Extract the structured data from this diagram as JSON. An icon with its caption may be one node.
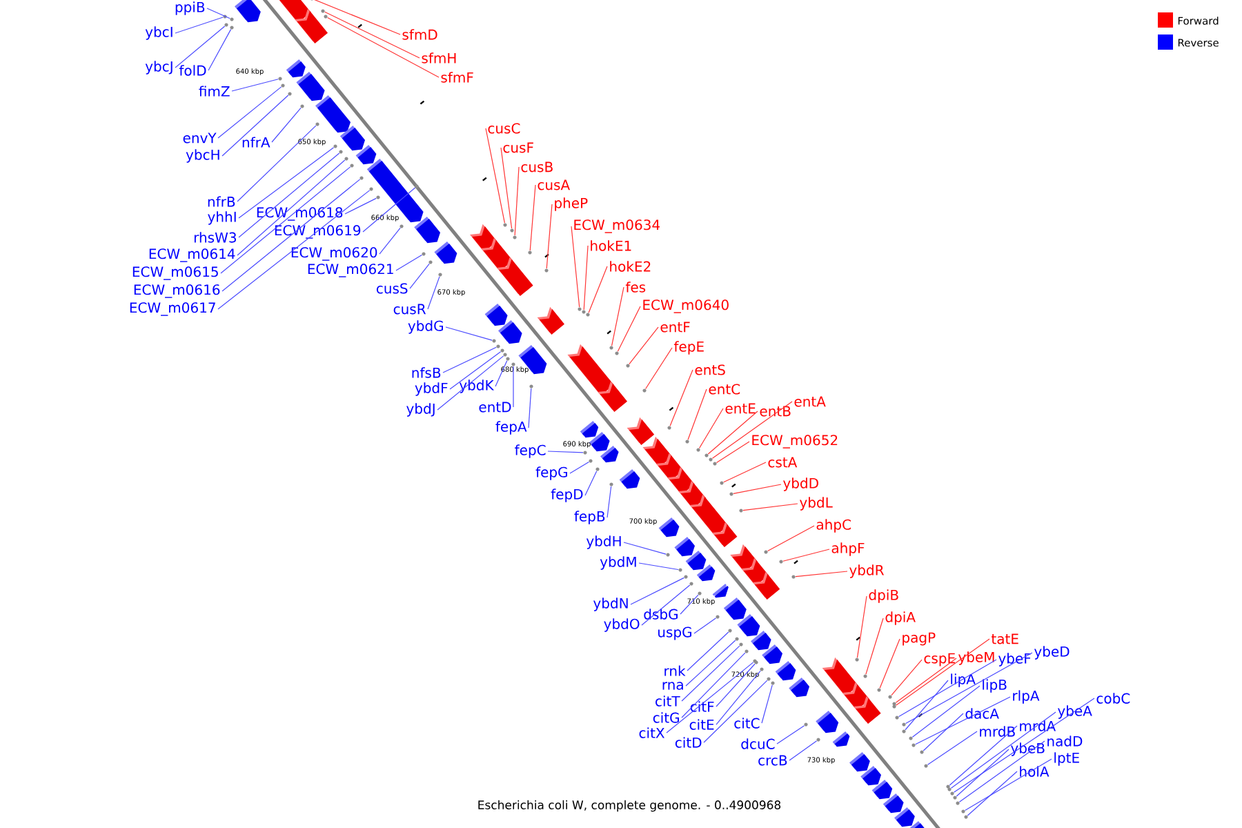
{
  "diagram": {
    "caption": "Escherichia coli W, complete genome. - 0..4900968",
    "nodes": [
      {
        "text": [
          "ppiB"
        ]
      },
      {
        "text": [
          "ybcI"
        ]
      },
      {
        "text": [
          "ybcJ"
        ]
      },
      {
        "text": [
          "folD"
        ]
      },
      {
        "text": [
          "fimZ"
        ]
      },
      {
        "text": [
          "envY"
        ]
      },
      {
        "text": [
          "ybcH"
        ]
      },
      {
        "text": [
          "nfrA"
        ]
      },
      {
        "text": [
          "nfrB"
        ]
      },
      {
        "text": [
          "yhhI"
        ]
      },
      {
        "text": [
          "rhsW3"
        ]
      },
      {
        "text": [
          "ECW_m0614"
        ]
      },
      {
        "text": [
          "ECW_m0615"
        ]
      },
      {
        "text": [
          "ECW_m0616"
        ]
      },
      {
        "text": [
          "ECW_m0617"
        ]
      },
      {
        "text": [
          "ECW_m0618"
        ]
      },
      {
        "text": [
          "ECW_m0619"
        ]
      },
      {
        "text": [
          "ECW_m0620"
        ]
      },
      {
        "text": [
          "ECW_m0621"
        ]
      },
      {
        "text": [
          "cusS"
        ]
      },
      {
        "text": [
          "cusR"
        ]
      },
      {
        "text": [
          "ybdG"
        ]
      },
      {
        "text": [
          "nfsB"
        ]
      },
      {
        "text": [
          "ybdF"
        ]
      },
      {
        "text": [
          "ybdJ"
        ]
      },
      {
        "text": [
          "ybdK"
        ]
      },
      {
        "text": [
          "entD"
        ]
      },
      {
        "text": [
          "fepA"
        ]
      },
      {
        "text": [
          "fepC"
        ]
      },
      {
        "text": [
          "fepG"
        ]
      },
      {
        "text": [
          "fepD"
        ]
      },
      {
        "text": [
          "fepB"
        ]
      },
      {
        "text": [
          "ybdH"
        ]
      },
      {
        "text": [
          "ybdM"
        ]
      },
      {
        "text": [
          "ybdN"
        ]
      },
      {
        "text": [
          "ybdO"
        ]
      },
      {
        "text": [
          "dsbG"
        ]
      },
      {
        "text": [
          "uspG"
        ]
      },
      {
        "text": [
          "rnk"
        ]
      },
      {
        "text": [
          "rna"
        ]
      },
      {
        "text": [
          "citT"
        ]
      },
      {
        "text": [
          "citG"
        ]
      },
      {
        "text": [
          "citX"
        ]
      },
      {
        "text": [
          "citF"
        ]
      },
      {
        "text": [
          "citE"
        ]
      },
      {
        "text": [
          "citD"
        ]
      },
      {
        "text": [
          "citC"
        ]
      },
      {
        "text": [
          "dcuC"
        ]
      },
      {
        "text": [
          "crcB"
        ]
      },
      {
        "text": [
          "sfmD"
        ]
      },
      {
        "text": [
          "sfmH"
        ]
      },
      {
        "text": [
          "sfmF"
        ]
      },
      {
        "text": [
          "cusC"
        ]
      },
      {
        "text": [
          "cusF"
        ]
      },
      {
        "text": [
          "cusB"
        ]
      },
      {
        "text": [
          "cusA"
        ]
      },
      {
        "text": [
          "pheP"
        ]
      },
      {
        "text": [
          "ECW_m0634"
        ]
      },
      {
        "text": [
          "hokE1"
        ]
      },
      {
        "text": [
          "hokE2"
        ]
      },
      {
        "text": [
          "fes"
        ]
      },
      {
        "text": [
          "ECW_m0640"
        ]
      },
      {
        "text": [
          "entF"
        ]
      },
      {
        "text": [
          "fepE"
        ]
      },
      {
        "text": [
          "entS"
        ]
      },
      {
        "text": [
          "entC"
        ]
      },
      {
        "text": [
          "entE"
        ]
      },
      {
        "text": [
          "entB"
        ]
      },
      {
        "text": [
          "entA"
        ]
      },
      {
        "text": [
          "ECW_m0652"
        ]
      },
      {
        "text": [
          "cstA"
        ]
      },
      {
        "text": [
          "ybdD"
        ]
      },
      {
        "text": [
          "ybdL"
        ]
      },
      {
        "text": [
          "ahpC"
        ]
      },
      {
        "text": [
          "ahpF"
        ]
      },
      {
        "text": [
          "ybdR"
        ]
      },
      {
        "text": [
          "dpiB"
        ]
      },
      {
        "text": [
          "dpiA"
        ]
      },
      {
        "text": [
          "pagP"
        ]
      },
      {
        "text": [
          "cspE"
        ]
      },
      {
        "text": [
          "ybeM"
        ]
      },
      {
        "text": [
          "tatE"
        ]
      },
      {
        "text": [
          "ybeF"
        ]
      },
      {
        "text": [
          "ybeD"
        ]
      },
      {
        "text": [
          "lipA"
        ]
      },
      {
        "text": [
          "lipB"
        ]
      },
      {
        "text": [
          "rlpA"
        ]
      },
      {
        "text": [
          "dacA"
        ]
      },
      {
        "text": [
          "mrdB"
        ]
      },
      {
        "text": [
          "mrdA"
        ]
      },
      {
        "text": [
          "ybeA"
        ]
      },
      {
        "text": [
          "cobC"
        ]
      },
      {
        "text": [
          "ybeB"
        ]
      },
      {
        "text": [
          "nadD"
        ]
      },
      {
        "text": [
          "lptE"
        ]
      },
      {
        "text": [
          "holA"
        ]
      },
      {
        "text": [],
        "shape": "circle"
      },
      {
        "text": [],
        "shape": "circle"
      },
      {
        "text": [],
        "shape": "circle"
      },
      {
        "text": [],
        "shape": "circle"
      },
      {
        "text": [],
        "shape": "circle"
      },
      {
        "text": [],
        "shape": "circle"
      },
      {
        "text": [],
        "shape": "circle"
      },
      {
        "text": [],
        "shape": "circle"
      },
      {
        "text": [],
        "shape": "circle"
      },
      {
        "text": [],
        "shape": "circle"
      },
      {
        "text": [],
        "shape": "circle"
      },
      {
        "text": [],
        "shape": "circle"
      },
      {
        "text": [],
        "shape": "circle"
      },
      {
        "text": [],
        "shape": "circle"
      },
      {
        "text": [],
        "shape": "circle"
      },
      {
        "text": [],
        "shape": "circle"
      },
      {
        "text": [],
        "shape": "circle"
      },
      {
        "text": [],
        "shape": "circle"
      },
      {
        "text": [],
        "shape": "circle"
      },
      {
        "text": [],
        "shape": "circle"
      },
      {
        "text": [],
        "shape": "circle"
      },
      {
        "text": [],
        "shape": "circle"
      },
      {
        "text": [],
        "shape": "circle"
      },
      {
        "text": [],
        "shape": "circle"
      },
      {
        "text": [],
        "shape": "circle"
      },
      {
        "text": [],
        "shape": "circle"
      },
      {
        "text": [],
        "shape": "circle"
      },
      {
        "text": [],
        "shape": "circle"
      },
      {
        "text": [],
        "shape": "circle"
      },
      {
        "text": [],
        "shape": "circle"
      },
      {
        "text": [],
        "shape": "circle"
      },
      {
        "text": [],
        "shape": "circle"
      },
      {
        "text": [],
        "shape": "circle"
      },
      {
        "text": [],
        "shape": "circle"
      },
      {
        "text": [],
        "shape": "circle"
      },
      {
        "text": [],
        "shape": "circle"
      },
      {
        "text": [],
        "shape": "circle"
      },
      {
        "text": [],
        "shape": "circle"
      },
      {
        "text": [],
        "shape": "circle"
      },
      {
        "text": [],
        "shape": "circle"
      },
      {
        "text": [],
        "shape": "circle"
      },
      {
        "text": [],
        "shape": "circle"
      },
      {
        "text": [],
        "shape": "circle"
      },
      {
        "text": [],
        "shape": "circle"
      },
      {
        "text": [],
        "shape": "circle"
      },
      {
        "text": [],
        "shape": "circle"
      },
      {
        "text": [],
        "shape": "circle"
      },
      {
        "text": [],
        "shape": "circle"
      },
      {
        "text": [],
        "shape": "circle"
      },
      {
        "text": [],
        "shape": "circle"
      },
      {
        "text": [],
        "shape": "circle"
      },
      {
        "text": [],
        "shape": "circle"
      },
      {
        "text": [],
        "shape": "circle"
      },
      {
        "text": [],
        "shape": "circle"
      },
      {
        "text": [],
        "shape": "circle"
      },
      {
        "text": [],
        "shape": "circle"
      },
      {
        "text": [],
        "shape": "circle"
      },
      {
        "text": [],
        "shape": "circle"
      },
      {
        "text": [],
        "shape": "circle"
      },
      {
        "text": [],
        "shape": "circle"
      },
      {
        "text": [],
        "shape": "circle"
      },
      {
        "text": [],
        "shape": "circle"
      },
      {
        "text": [],
        "shape": "circle"
      },
      {
        "text": [],
        "shape": "circle"
      },
      {
        "text": [],
        "shape": "circle"
      },
      {
        "text": [],
        "shape": "circle"
      },
      {
        "text": [],
        "shape": "circle"
      },
      {
        "text": [],
        "shape": "circle"
      },
      {
        "text": [],
        "shape": "circle"
      },
      {
        "text": [],
        "shape": "circle"
      },
      {
        "text": [],
        "shape": "circle"
      },
      {
        "text": [],
        "shape": "circle"
      },
      {
        "text": [],
        "shape": "circle"
      },
      {
        "text": [],
        "shape": "circle"
      },
      {
        "text": [],
        "shape": "circle"
      },
      {
        "text": [],
        "shape": "circle"
      },
      {
        "text": [],
        "shape": "circle"
      },
      {
        "text": [],
        "shape": "circle"
      },
      {
        "text": [],
        "shape": "circle"
      },
      {
        "text": [],
        "shape": "circle"
      },
      {
        "text": [],
        "shape": "circle"
      },
      {
        "text": [],
        "shape": "circle"
      },
      {
        "text": [],
        "shape": "circle"
      },
      {
        "text": [],
        "shape": "circle"
      },
      {
        "text": [],
        "shape": "circle"
      },
      {
        "text": [],
        "shape": "circle"
      },
      {
        "text": [],
        "shape": "circle"
      },
      {
        "text": [],
        "shape": "circle"
      },
      {
        "text": [],
        "shape": "circle"
      },
      {
        "text": [],
        "shape": "circle"
      },
      {
        "text": [],
        "shape": "circle"
      },
      {
        "text": [],
        "shape": "circle"
      },
      {
        "text": [],
        "shape": "circle"
      },
      {
        "text": [],
        "shape": "circle"
      },
      {
        "text": [],
        "shape": "circle"
      },
      {
        "text": [],
        "shape": "circle"
      }
    ],
    "edges": [
      {
        "from": 0,
        "to": 96,
        "arrow": "none"
      },
      {
        "from": 1,
        "to": 97,
        "arrow": "none"
      },
      {
        "from": 2,
        "to": 98,
        "arrow": "none"
      },
      {
        "from": 3,
        "to": 99,
        "arrow": "none"
      },
      {
        "from": 4,
        "to": 100,
        "arrow": "none"
      },
      {
        "from": 5,
        "to": 101,
        "arrow": "none"
      },
      {
        "from": 6,
        "to": 102,
        "arrow": "none"
      },
      {
        "from": 7,
        "to": 103,
        "arrow": "none"
      },
      {
        "from": 8,
        "to": 104,
        "arrow": "none"
      },
      {
        "from": 9,
        "to": 105,
        "arrow": "none"
      },
      {
        "from": 10,
        "to": 106,
        "arrow": "none"
      },
      {
        "from": 11,
        "to": 107,
        "arrow": "none"
      },
      {
        "from": 12,
        "to": 108,
        "arrow": "none"
      },
      {
        "from": 13,
        "to": 109,
        "arrow": "none"
      },
      {
        "from": 14,
        "to": 110,
        "arrow": "none"
      },
      {
        "from": 15,
        "to": 111,
        "arrow": "none"
      },
      {
        "from": 16,
        "to": 112,
        "arrow": "none"
      },
      {
        "from": 17,
        "to": 113,
        "arrow": "none"
      },
      {
        "from": 18,
        "to": 114,
        "arrow": "none"
      },
      {
        "from": 19,
        "to": 115,
        "arrow": "none"
      },
      {
        "from": 20,
        "to": 116,
        "arrow": "none"
      },
      {
        "from": 21,
        "to": 117,
        "arrow": "none"
      },
      {
        "from": 22,
        "to": 118,
        "arrow": "none"
      },
      {
        "from": 23,
        "to": 119,
        "arrow": "none"
      },
      {
        "from": 24,
        "to": 120,
        "arrow": "none"
      },
      {
        "from": 25,
        "to": 121,
        "arrow": "none"
      },
      {
        "from": 26,
        "to": 122,
        "arrow": "none"
      },
      {
        "from": 27,
        "to": 123,
        "arrow": "none"
      },
      {
        "from": 28,
        "to": 124,
        "arrow": "none"
      },
      {
        "from": 29,
        "to": 125,
        "arrow": "none"
      },
      {
        "from": 30,
        "to": 126,
        "arrow": "none"
      },
      {
        "from": 31,
        "to": 127,
        "arrow": "none"
      },
      {
        "from": 32,
        "to": 128,
        "arrow": "none"
      },
      {
        "from": 33,
        "to": 129,
        "arrow": "none"
      },
      {
        "from": 34,
        "to": 130,
        "arrow": "none"
      },
      {
        "from": 35,
        "to": 131,
        "arrow": "none"
      },
      {
        "from": 36,
        "to": 132,
        "arrow": "none"
      },
      {
        "from": 37,
        "to": 133,
        "arrow": "none"
      },
      {
        "from": 38,
        "to": 134,
        "arrow": "none"
      },
      {
        "from": 39,
        "to": 135,
        "arrow": "none"
      },
      {
        "from": 40,
        "to": 136,
        "arrow": "none"
      },
      {
        "from": 41,
        "to": 137,
        "arrow": "none"
      },
      {
        "from": 42,
        "to": 138,
        "arrow": "none"
      },
      {
        "from": 43,
        "to": 139,
        "arrow": "none"
      },
      {
        "from": 44,
        "to": 140,
        "arrow": "none"
      },
      {
        "from": 45,
        "to": 141,
        "arrow": "none"
      },
      {
        "from": 46,
        "to": 142,
        "arrow": "none"
      },
      {
        "from": 47,
        "to": 143,
        "arrow": "none"
      },
      {
        "from": 48,
        "to": 144,
        "arrow": "none"
      },
      {
        "from": 49,
        "to": 145,
        "arrow": "none",
        "color": "#ff3333"
      },
      {
        "from": 50,
        "to": 146,
        "arrow": "none",
        "color": "#ff3333"
      },
      {
        "from": 51,
        "to": 147,
        "arrow": "none",
        "color": "#ff3333"
      },
      {
        "from": 52,
        "to": 148,
        "arrow": "none",
        "color": "#ff3333"
      },
      {
        "from": 53,
        "to": 149,
        "arrow": "none",
        "color": "#ff3333"
      },
      {
        "from": 54,
        "to": 150,
        "arrow": "none",
        "color": "#ff3333"
      },
      {
        "from": 55,
        "to": 151,
        "arrow": "none",
        "color": "#ff3333"
      },
      {
        "from": 56,
        "to": 152,
        "arrow": "none",
        "color": "#ff3333"
      },
      {
        "from": 57,
        "to": 153,
        "arrow": "none",
        "color": "#ff3333"
      },
      {
        "from": 58,
        "to": 154,
        "arrow": "none",
        "color": "#ff3333"
      },
      {
        "from": 59,
        "to": 155,
        "arrow": "none",
        "color": "#ff3333"
      },
      {
        "from": 60,
        "to": 156,
        "arrow": "none",
        "color": "#ff3333"
      },
      {
        "from": 61,
        "to": 157,
        "arrow": "none",
        "color": "#ff3333"
      },
      {
        "from": 62,
        "to": 158,
        "arrow": "none",
        "color": "#ff3333"
      },
      {
        "from": 63,
        "to": 159,
        "arrow": "none",
        "color": "#ff3333"
      },
      {
        "from": 64,
        "to": 160,
        "arrow": "none",
        "color": "#ff3333"
      },
      {
        "from": 65,
        "to": 161,
        "arrow": "none",
        "color": "#ff3333"
      },
      {
        "from": 66,
        "to": 162,
        "arrow": "none",
        "color": "#ff3333"
      },
      {
        "from": 67,
        "to": 163,
        "arrow": "none",
        "color": "#ff3333"
      },
      {
        "from": 68,
        "to": 164,
        "arrow": "none",
        "color": "#ff3333"
      },
      {
        "from": 69,
        "to": 165,
        "arrow": "none",
        "color": "#ff3333"
      },
      {
        "from": 70,
        "to": 166,
        "arrow": "none",
        "color": "#ff3333"
      },
      {
        "from": 71,
        "to": 167,
        "arrow": "none",
        "color": "#ff3333"
      },
      {
        "from": 72,
        "to": 168,
        "arrow": "none",
        "color": "#ff3333"
      },
      {
        "from": 73,
        "to": 169,
        "arrow": "none",
        "color": "#ff3333"
      },
      {
        "from": 74,
        "to": 170,
        "arrow": "none",
        "color": "#ff3333"
      },
      {
        "from": 75,
        "to": 171,
        "arrow": "none",
        "color": "#ff3333"
      },
      {
        "from": 76,
        "to": 172,
        "arrow": "none",
        "color": "#ff3333"
      },
      {
        "from": 77,
        "to": 173,
        "arrow": "none",
        "color": "#ff3333"
      },
      {
        "from": 78,
        "to": 174,
        "arrow": "none",
        "color": "#ff3333"
      },
      {
        "from": 79,
        "to": 175,
        "arrow": "none",
        "color": "#ff3333"
      },
      {
        "from": 80,
        "to": 176,
        "arrow": "none",
        "color": "#ff3333"
      },
      {
        "from": 81,
        "to": 177,
        "arrow": "none",
        "color": "#ff3333"
      },
      {
        "from": 82,
        "to": 178,
        "arrow": "none"
      },
      {
        "from": 83,
        "to": 179,
        "arrow": "none"
      },
      {
        "from": 84,
        "to": 180,
        "arrow": "none"
      },
      {
        "from": 85,
        "to": 181,
        "arrow": "none"
      },
      {
        "from": 86,
        "to": 182,
        "arrow": "none"
      },
      {
        "from": 87,
        "to": 183,
        "arrow": "none"
      },
      {
        "from": 88,
        "to": 184,
        "arrow": "none"
      },
      {
        "from": 89,
        "to": 185,
        "arrow": "none"
      },
      {
        "from": 90,
        "to": 186,
        "arrow": "none"
      },
      {
        "from": 91,
        "to": 187,
        "arrow": "none"
      },
      {
        "from": 92,
        "to": 188,
        "arrow": "none"
      },
      {
        "from": 93,
        "to": 189,
        "arrow": "none"
      },
      {
        "from": 94,
        "to": 190,
        "arrow": "none"
      },
      {
        "from": 95,
        "to": 191,
        "arrow": "none"
      }
    ],
    "labels": [
      "640 kbp",
      "650 kbp",
      "660 kbp",
      "670 kbp",
      "680 kbp",
      "690 kbp",
      "700 kbp",
      "710 kbp",
      "720 kbp",
      "730 kbp"
    ],
    "legend": [
      {
        "text": "Forward",
        "color": "#ff0000"
      },
      {
        "text": "Reverse",
        "color": "#0000ff"
      }
    ]
  }
}
